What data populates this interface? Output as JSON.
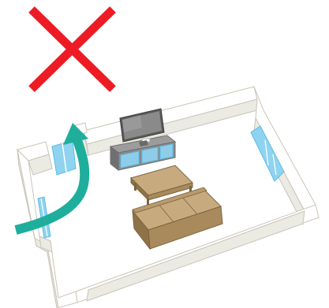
{
  "illustration": {
    "subject": "room-airflow-incorrect",
    "marker": "cross-mark-icon",
    "colors": {
      "cross": "#ed1c24",
      "arrow": "#1fae9c",
      "wall_top": "#ffffff",
      "wall_side": "#ebeae3",
      "wall_edge": "#c9c5b8",
      "floor": "#ffffff",
      "window_glass": "#8fd3f0",
      "window_glass_dark": "#5fbde6",
      "furniture_wood": "#a88a5c",
      "furniture_wood_light": "#c7ab7f",
      "furniture_wood_dark": "#7d6440",
      "sofa": "#b89a6c",
      "tv_screen": "#8a8a8a",
      "tv_frame": "#5a5a5a",
      "cabinet_glass": "#8ecdea"
    },
    "objects": [
      "cross-mark-icon",
      "room-walls",
      "window-left-back",
      "window-left-front",
      "window-right",
      "tv",
      "tv-cabinet",
      "coffee-table",
      "sofa",
      "airflow-arrow-icon"
    ]
  }
}
